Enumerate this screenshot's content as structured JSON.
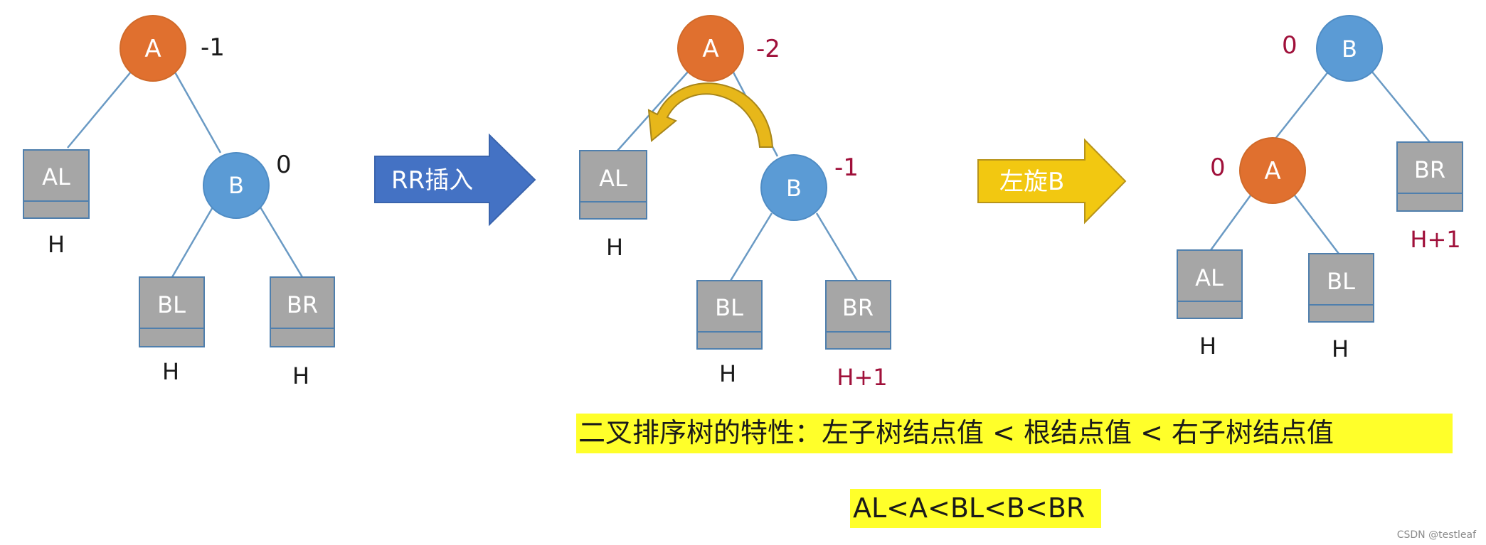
{
  "colors": {
    "line": "#6a9ac4",
    "node_orange": "#e0702f",
    "node_blue": "#5b9bd5",
    "box_fill": "#a6a6a6",
    "box_border": "#4f7fad",
    "text_dark": "#1a1a1a",
    "text_red": "#a0103a",
    "arrow_blue": "#4472c4",
    "arrow_yellow": "#f2c811",
    "highlight": "#ffff2a",
    "watermark": "#8a8a8a"
  },
  "diagram1": {
    "node_a": "A",
    "bf_a": "-1",
    "node_b": "B",
    "bf_b": "0",
    "box_al": "AL",
    "h_al": "H",
    "box_bl": "BL",
    "h_bl": "H",
    "box_br": "BR",
    "h_br": "H"
  },
  "arrow1": {
    "label": "RR插入"
  },
  "diagram2": {
    "node_a": "A",
    "bf_a": "-2",
    "node_b": "B",
    "bf_b": "-1",
    "box_al": "AL",
    "h_al": "H",
    "box_bl": "BL",
    "h_bl": "H",
    "box_br": "BR",
    "h_br": "H+1"
  },
  "arrow2": {
    "label": "左旋B"
  },
  "diagram3": {
    "node_b": "B",
    "bf_b": "0",
    "node_a": "A",
    "bf_a": "0",
    "box_br": "BR",
    "h_br": "H+1",
    "box_al": "AL",
    "h_al": "H",
    "box_bl": "BL",
    "h_bl": "H"
  },
  "caption": {
    "property": "二叉排序树的特性：左子树结点值 < 根结点值 < 右子树结点值",
    "order": "AL<A<BL<B<BR"
  },
  "watermark": "CSDN @testleaf"
}
